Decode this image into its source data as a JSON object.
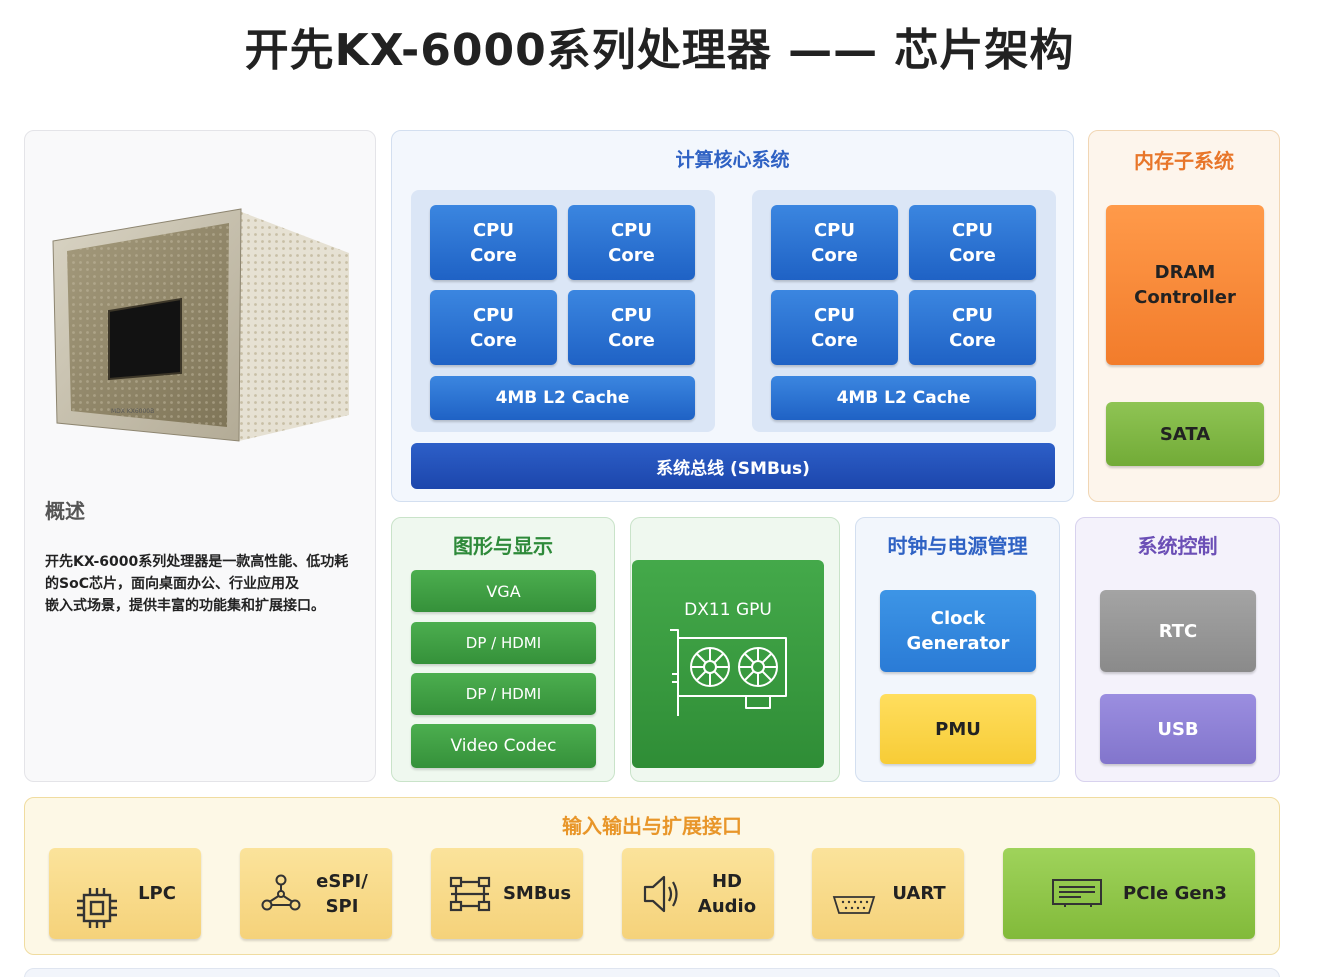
{
  "title": "开先KX-6000系列处理器 —— 芯片架构",
  "overview": {
    "heading": "概述",
    "lines": [
      "开先KX-6000系列处理器是一款高性能、低功耗",
      "的SoC芯片，面向桌面办公、行业应用及",
      "嵌入式场景，提供丰富的功能集和扩展接口。"
    ]
  },
  "compute": {
    "title": "计算核心系统",
    "cpu_label": [
      "CPU",
      "Core"
    ],
    "cache_label": "4MB L2 Cache",
    "bus_label": "系统总线 (SMBus)"
  },
  "memory": {
    "title": "内存子系统",
    "dram": [
      "DRAM",
      "Controller"
    ],
    "sata": "SATA"
  },
  "graphics": {
    "title": "图形与显示",
    "items": [
      "VGA",
      "DP / HDMI",
      "DP / HDMI",
      "Video Codec"
    ]
  },
  "gpu": {
    "label": "DX11 GPU"
  },
  "clock": {
    "title": "时钟与电源管理",
    "clock_gen": [
      "Clock",
      "Generator"
    ],
    "pmu": "PMU"
  },
  "sysctl": {
    "title": "系统控制",
    "rtc": "RTC",
    "usb": "USB"
  },
  "io": {
    "title": "输入输出与扩展接口",
    "lpc": "LPC",
    "espi": [
      "eSPI/",
      "SPI"
    ],
    "smbus": "SMBus",
    "hd_audio": [
      "HD",
      "Audio"
    ],
    "uart": "UART",
    "pcie": "PCIe Gen3"
  },
  "colors": {
    "compute_blue": "#1f62c5",
    "bus_blue": "#1c46ac",
    "memory_orange": "#f27c2b",
    "graphics_green": "#35913a",
    "pmu_yellow": "#f7cc36",
    "usb_purple": "#8275cc",
    "io_yellow": "#f5d27a",
    "pcie_green": "#82ba3a"
  },
  "icons": [
    "chip-icon",
    "network-nodes-icon",
    "bus-icon",
    "speaker-icon",
    "serial-port-icon",
    "pcie-card-icon",
    "graphics-card-icon"
  ]
}
